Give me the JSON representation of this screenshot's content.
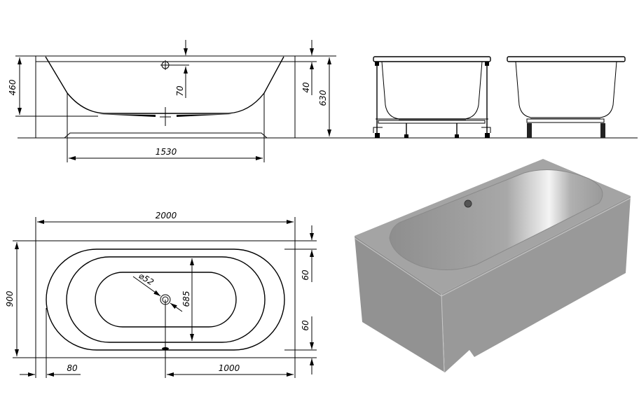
{
  "side_view": {
    "depth_label": "460",
    "overflow_offset_label": "70",
    "rim_label": "40",
    "height_label": "630",
    "panel_length_label": "1530"
  },
  "plan_view": {
    "length_label": "2000",
    "width_label": "900",
    "drain_diameter_label": "⌀52",
    "inner_width_label": "685",
    "rim_top_label": "60",
    "rim_bottom_label": "60",
    "edge_offset_label": "80",
    "drain_position_label": "1000"
  },
  "render": {
    "body_color": "#9a9a9a",
    "top_color": "#a6a6a6",
    "bowl_color": "#b8b8b8"
  }
}
